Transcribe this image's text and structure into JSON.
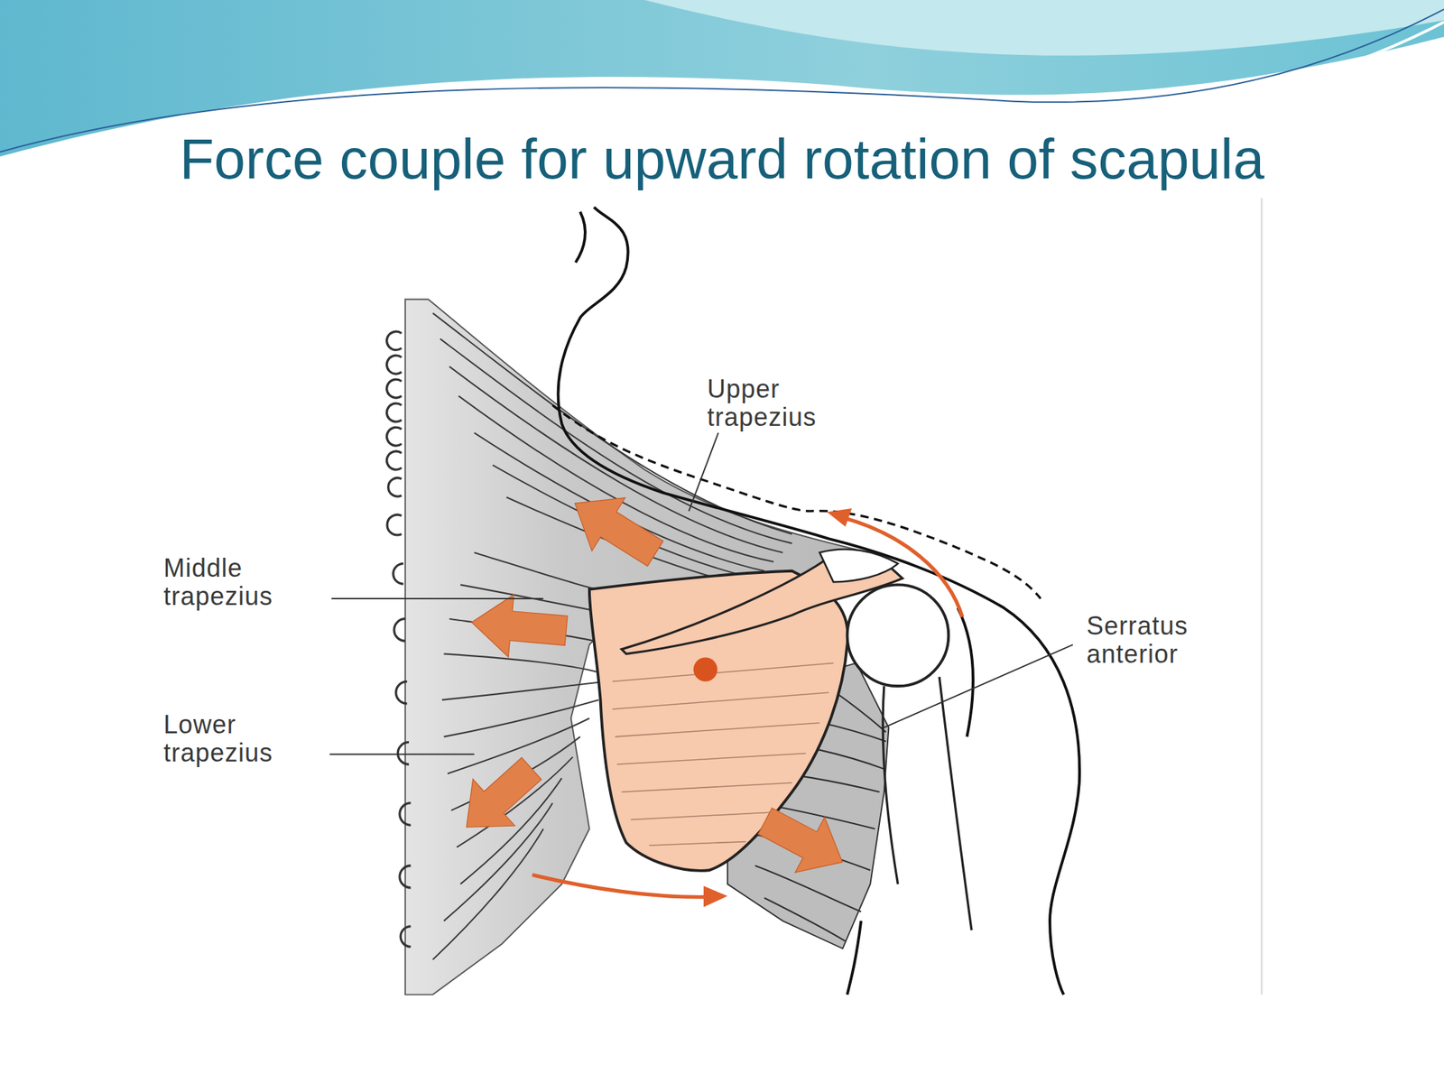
{
  "diagram": {
    "title": "Force couple for upward rotation of scapula",
    "labels": [
      "Upper trapezius",
      "Middle trapezius",
      "Lower trapezius",
      "Serratus anterior"
    ]
  }
}
